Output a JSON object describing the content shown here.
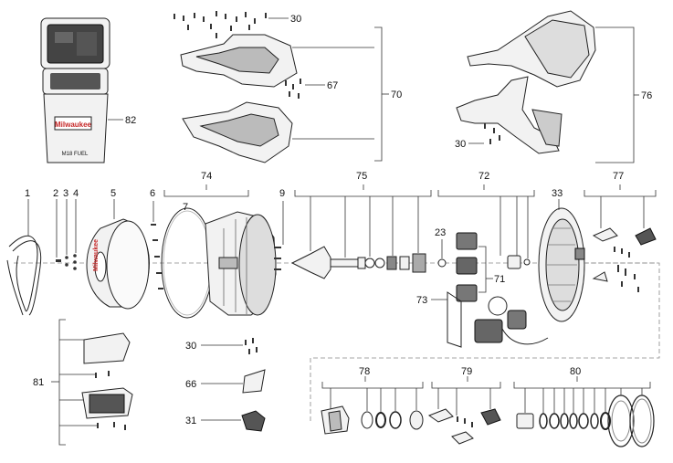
{
  "diagram": {
    "part_numbers": {
      "p1": "1",
      "p2": "2",
      "p3": "3",
      "p4": "4",
      "p5": "5",
      "p6": "6",
      "p7": "7",
      "p9": "9",
      "p23": "23",
      "p30a": "30",
      "p30b": "30",
      "p30c": "30",
      "p31": "31",
      "p33": "33",
      "p66": "66",
      "p67": "67",
      "p70": "70",
      "p71": "71",
      "p72": "72",
      "p73": "73",
      "p74": "74",
      "p75": "75",
      "p76": "76",
      "p77": "77",
      "p78": "78",
      "p79": "79",
      "p80": "80",
      "p81": "81",
      "p82": "82"
    },
    "branding": {
      "case_logo": "Milwaukee",
      "case_label": "M18 FUEL",
      "drum_logo": "Milwaukee"
    }
  }
}
